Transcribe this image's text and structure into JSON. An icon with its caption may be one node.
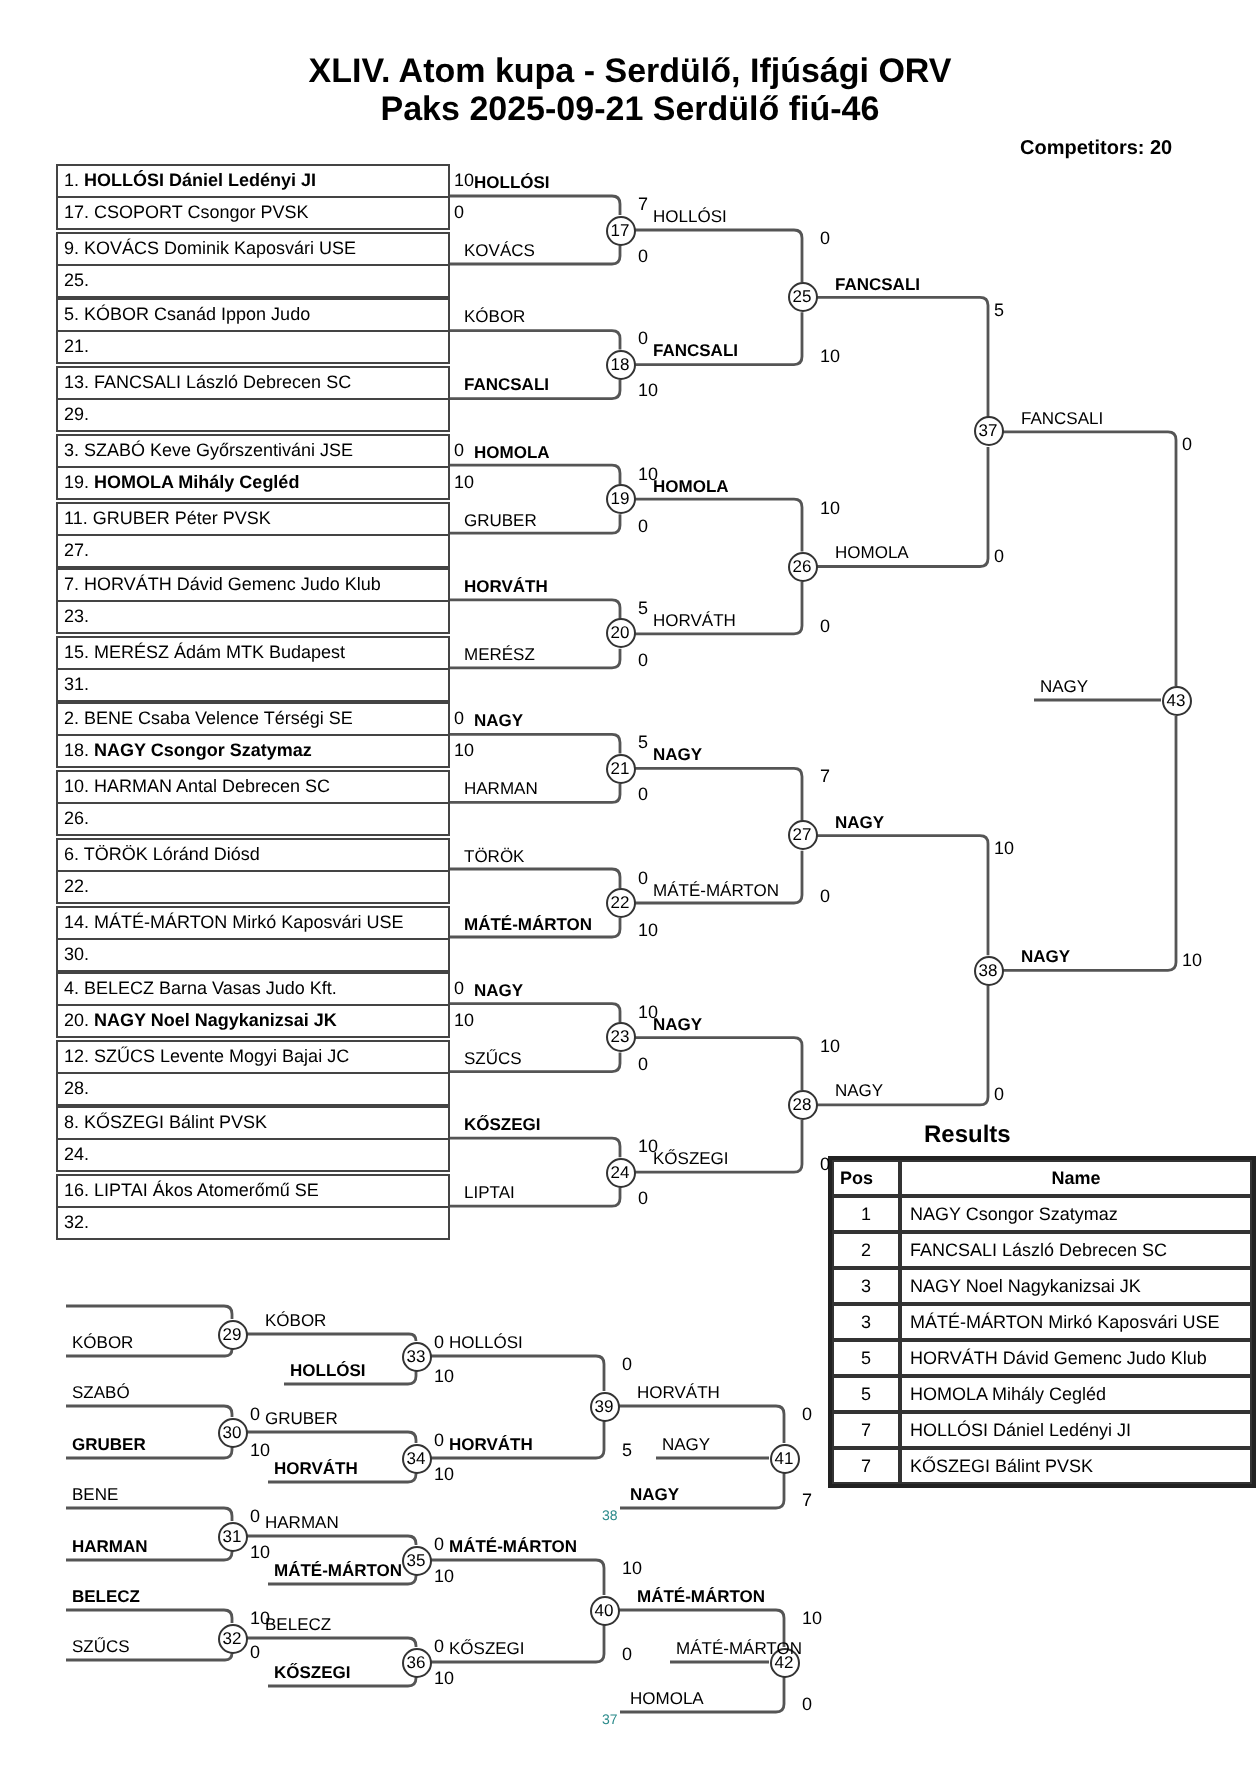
{
  "diagram": {
    "title": "XLIV. Atom kupa - Serdülő, Ifjúsági ORV",
    "nodes": [
      {
        "text": [
          "1. **HOLLÓSI Dániel Ledényi JI**"
        ],
        "beside": [
          "10"
        ]
      },
      {
        "text": [
          "17. CSOPORT Csongor PVSK"
        ],
        "beside": [
          "0"
        ]
      },
      {
        "text": [
          "9. KOVÁCS Dominik Kaposvári USE"
        ]
      },
      {
        "text": [
          "25."
        ]
      },
      {
        "text": [
          "5. KÓBOR Csanád Ippon Judo"
        ]
      },
      {
        "text": [
          "21."
        ]
      },
      {
        "text": [
          "13. FANCSALI László Debrecen SC"
        ]
      },
      {
        "text": [
          "29."
        ]
      },
      {
        "text": [
          "3. SZABÓ Keve Győrszentiváni JSE"
        ],
        "beside": [
          "0"
        ]
      },
      {
        "text": [
          "19. **HOMOLA Mihály Cegléd**"
        ],
        "beside": [
          "10"
        ]
      },
      {
        "text": [
          "11. GRUBER Péter PVSK"
        ]
      },
      {
        "text": [
          "27."
        ]
      },
      {
        "text": [
          "7. HORVÁTH Dávid Gemenc Judo Klub"
        ]
      },
      {
        "text": [
          "23."
        ]
      },
      {
        "text": [
          "15. MERÉSZ Ádám MTK Budapest"
        ]
      },
      {
        "text": [
          "31."
        ]
      },
      {
        "text": [
          "2. BENE Csaba Velence Térségi SE"
        ],
        "beside": [
          "0"
        ]
      },
      {
        "text": [
          "18. **NAGY Csongor Szatymaz**"
        ],
        "beside": [
          "10"
        ]
      },
      {
        "text": [
          "10. HARMAN Antal Debrecen SC"
        ]
      },
      {
        "text": [
          "26."
        ]
      },
      {
        "text": [
          "6. TÖRÖK Lóránd Diósd"
        ]
      },
      {
        "text": [
          "22."
        ]
      },
      {
        "text": [
          "14. MÁTÉ-MÁRTON Mirkó Kaposvári USE"
        ]
      },
      {
        "text": [
          "30."
        ]
      },
      {
        "text": [
          "4. BELECZ Barna Vasas Judo Kft."
        ],
        "beside": [
          "0"
        ]
      },
      {
        "text": [
          "20. **NAGY Noel Nagykanizsai JK**"
        ],
        "beside": [
          "10"
        ]
      },
      {
        "text": [
          "12. SZŰCS Levente Mogyi Bajai JC"
        ]
      },
      {
        "text": [
          "28."
        ]
      },
      {
        "text": [
          "8. KŐSZEGI Bálint PVSK"
        ]
      },
      {
        "text": [
          "24."
        ]
      },
      {
        "text": [
          "16. LIPTAI Ákos Atomerőmű SE"
        ]
      },
      {
        "text": [
          "32."
        ]
      },
      {
        "text": [
          "17"
        ],
        "beside": [
          "7",
          "0"
        ]
      },
      {
        "text": [
          "18"
        ],
        "beside": [
          "0",
          "10"
        ]
      },
      {
        "text": [
          "19"
        ],
        "beside": [
          "10",
          "0"
        ]
      },
      {
        "text": [
          "20"
        ],
        "beside": [
          "5",
          "0"
        ]
      },
      {
        "text": [
          "21"
        ],
        "beside": [
          "5",
          "0"
        ]
      },
      {
        "text": [
          "22"
        ],
        "beside": [
          "0",
          "10"
        ]
      },
      {
        "text": [
          "23"
        ],
        "beside": [
          "10",
          "0"
        ]
      },
      {
        "text": [
          "24"
        ],
        "beside": [
          "10",
          "0"
        ]
      },
      {
        "text": [
          "25"
        ],
        "beside": [
          "0",
          "10"
        ]
      },
      {
        "text": [
          "26"
        ],
        "beside": [
          "10",
          "0"
        ]
      },
      {
        "text": [
          "27"
        ],
        "beside": [
          "7",
          "0"
        ]
      },
      {
        "text": [
          "28"
        ],
        "beside": [
          "10",
          "0"
        ]
      },
      {
        "text": [
          "29"
        ]
      },
      {
        "text": [
          "30"
        ],
        "beside": [
          "0",
          "10"
        ]
      },
      {
        "text": [
          "31"
        ],
        "beside": [
          "0",
          "10"
        ]
      },
      {
        "text": [
          "32"
        ],
        "beside": [
          "10",
          "0"
        ]
      },
      {
        "text": [
          "33"
        ],
        "beside": [
          "0",
          "10"
        ]
      },
      {
        "text": [
          "34"
        ],
        "beside": [
          "0",
          "10"
        ]
      },
      {
        "text": [
          "35"
        ],
        "beside": [
          "0",
          "10"
        ]
      },
      {
        "text": [
          "36"
        ],
        "beside": [
          "0",
          "10"
        ]
      },
      {
        "text": [
          "37"
        ]
      },
      {
        "text": [
          "38"
        ]
      },
      {
        "text": [
          "39"
        ],
        "beside": [
          "0",
          "5"
        ]
      },
      {
        "text": [
          "40"
        ],
        "beside": [
          "10",
          "0"
        ]
      },
      {
        "text": [
          "41"
        ],
        "beside": [
          "0",
          "7"
        ]
      },
      {
        "text": [
          "42"
        ],
        "beside": [
          "10",
          "0"
        ]
      },
      {
        "text": [
          "43"
        ]
      },
      {
        "text": [
          "38"
        ]
      },
      {
        "text": [
          "37"
        ]
      }
    ],
    "edges": [
      {
        "from": 0,
        "to": 32,
        "arrow": "none",
        "label": "HOLLÓSI"
      },
      {
        "from": 2,
        "to": 32,
        "arrow": "none",
        "label": "KOVÁCS"
      },
      {
        "from": 4,
        "to": 33,
        "arrow": "none",
        "label": "KÓBOR"
      },
      {
        "from": 6,
        "to": 33,
        "arrow": "none",
        "label": "FANCSALI"
      },
      {
        "from": 8,
        "to": 34,
        "arrow": "none",
        "label": "HOMOLA"
      },
      {
        "from": 10,
        "to": 34,
        "arrow": "none",
        "label": "GRUBER"
      },
      {
        "from": 12,
        "to": 35,
        "arrow": "none",
        "label": "HORVÁTH"
      },
      {
        "from": 14,
        "to": 35,
        "arrow": "none",
        "label": "MERÉSZ"
      },
      {
        "from": 16,
        "to": 36,
        "arrow": "none",
        "label": "NAGY"
      },
      {
        "from": 18,
        "to": 36,
        "arrow": "none",
        "label": "HARMAN"
      },
      {
        "from": 20,
        "to": 37,
        "arrow": "none",
        "label": "TÖRÖK"
      },
      {
        "from": 22,
        "to": 37,
        "arrow": "none",
        "label": "MÁTÉ-MÁRTON"
      },
      {
        "from": 24,
        "to": 38,
        "arrow": "none",
        "label": "NAGY"
      },
      {
        "from": 26,
        "to": 38,
        "arrow": "none",
        "label": "SZŰCS"
      },
      {
        "from": 28,
        "to": 39,
        "arrow": "none",
        "label": "KŐSZEGI"
      },
      {
        "from": 30,
        "to": 39,
        "arrow": "none",
        "label": "LIPTAI"
      },
      {
        "from": 32,
        "to": 40,
        "arrow": "none",
        "label": "HOLLÓSI"
      },
      {
        "from": 33,
        "to": 40,
        "arrow": "none",
        "label": "FANCSALI"
      },
      {
        "from": 34,
        "to": 41,
        "arrow": "none",
        "label": "HOMOLA"
      },
      {
        "from": 35,
        "to": 41,
        "arrow": "none",
        "label": "HORVÁTH"
      },
      {
        "from": 36,
        "to": 42,
        "arrow": "none",
        "label": "NAGY"
      },
      {
        "from": 37,
        "to": 42,
        "arrow": "none",
        "label": "MÁTÉ-MÁRTON"
      },
      {
        "from": 38,
        "to": 43,
        "arrow": "none",
        "label": "NAGY"
      },
      {
        "from": 39,
        "to": 43,
        "arrow": "none",
        "label": "KŐSZEGI"
      },
      {
        "from": 40,
        "to": 52,
        "arrow": "none",
        "label": "FANCSALI"
      },
      {
        "from": 41,
        "to": 52,
        "arrow": "none",
        "label": "HOMOLA"
      },
      {
        "from": 42,
        "to": 53,
        "arrow": "none",
        "label": "NAGY"
      },
      {
        "from": 43,
        "to": 53,
        "arrow": "none",
        "label": "NAGY"
      },
      {
        "from": 52,
        "to": 58,
        "arrow": "none",
        "label": "FANCSALI"
      },
      {
        "from": 53,
        "to": 58,
        "arrow": "none",
        "label": "NAGY"
      },
      {
        "from": null,
        "to": 58,
        "arrow": "none",
        "label": "NAGY"
      },
      {
        "from": null,
        "to": 44,
        "arrow": "none"
      },
      {
        "from": null,
        "to": 44,
        "arrow": "none",
        "label": "KÓBOR"
      },
      {
        "from": null,
        "to": 45,
        "arrow": "none",
        "label": "SZABÓ"
      },
      {
        "from": null,
        "to": 45,
        "arrow": "none",
        "label": "GRUBER"
      },
      {
        "from": null,
        "to": 46,
        "arrow": "none",
        "label": "BENE"
      },
      {
        "from": null,
        "to": 46,
        "arrow": "none",
        "label": "HARMAN"
      },
      {
        "from": null,
        "to": 47,
        "arrow": "none",
        "label": "BELECZ"
      },
      {
        "from": null,
        "to": 47,
        "arrow": "none",
        "label": "SZŰCS"
      },
      {
        "from": 44,
        "to": 48,
        "arrow": "none",
        "label": "KÓBOR"
      },
      {
        "from": null,
        "to": 48,
        "arrow": "none",
        "label": "HOLLÓSI"
      },
      {
        "from": 45,
        "to": 49,
        "arrow": "none",
        "label": "GRUBER"
      },
      {
        "from": null,
        "to": 49,
        "arrow": "none",
        "label": "HORVÁTH"
      },
      {
        "from": 46,
        "to": 50,
        "arrow": "none",
        "label": "HARMAN"
      },
      {
        "from": null,
        "to": 50,
        "arrow": "none",
        "label": "MÁTÉ-MÁRTON"
      },
      {
        "from": 47,
        "to": 51,
        "arrow": "none",
        "label": "BELECZ"
      },
      {
        "from": null,
        "to": 51,
        "arrow": "none",
        "label": "KŐSZEGI"
      },
      {
        "from": 48,
        "to": 54,
        "arrow": "none",
        "label": "HOLLÓSI"
      },
      {
        "from": 49,
        "to": 54,
        "arrow": "none",
        "label": "HORVÁTH"
      },
      {
        "from": 50,
        "to": 55,
        "arrow": "none",
        "label": "MÁTÉ-MÁRTON"
      },
      {
        "from": 51,
        "to": 55,
        "arrow": "none",
        "label": "KŐSZEGI"
      },
      {
        "from": 54,
        "to": 56,
        "arrow": "none",
        "label": "HORVÁTH"
      },
      {
        "from": null,
        "to": 56,
        "arrow": "none",
        "label": "NAGY"
      },
      {
        "from": 59,
        "to": 56,
        "arrow": "none",
        "label": "NAGY"
      },
      {
        "from": 55,
        "to": 57,
        "arrow": "none",
        "label": "MÁTÉ-MÁRTON"
      },
      {
        "from": null,
        "to": 57,
        "arrow": "none",
        "label": "MÁTÉ-MÁRTON"
      },
      {
        "from": 60,
        "to": 57,
        "arrow": "none",
        "label": "HOMOLA"
      }
    ],
    "labels": [
      "Paks 2025-09-21 Serdülő fiú-46",
      "Competitors: 20",
      "Results",
      "Pos",
      "Name",
      "1",
      "NAGY Csongor Szatymaz",
      "2",
      "FANCSALI László Debrecen SC",
      "3",
      "NAGY Noel Nagykanizsai JK",
      "3",
      "MÁTÉ-MÁRTON Mirkó Kaposvári USE",
      "5",
      "HORVÁTH Dávid Gemenc Judo Klub",
      "5",
      "HOMOLA Mihály Cegléd",
      "7",
      "HOLLÓSI Dániel Ledényi JI",
      "7",
      "KŐSZEGI Bálint PVSK",
      "5",
      "0",
      "10",
      "0",
      "0",
      "10"
    ]
  }
}
